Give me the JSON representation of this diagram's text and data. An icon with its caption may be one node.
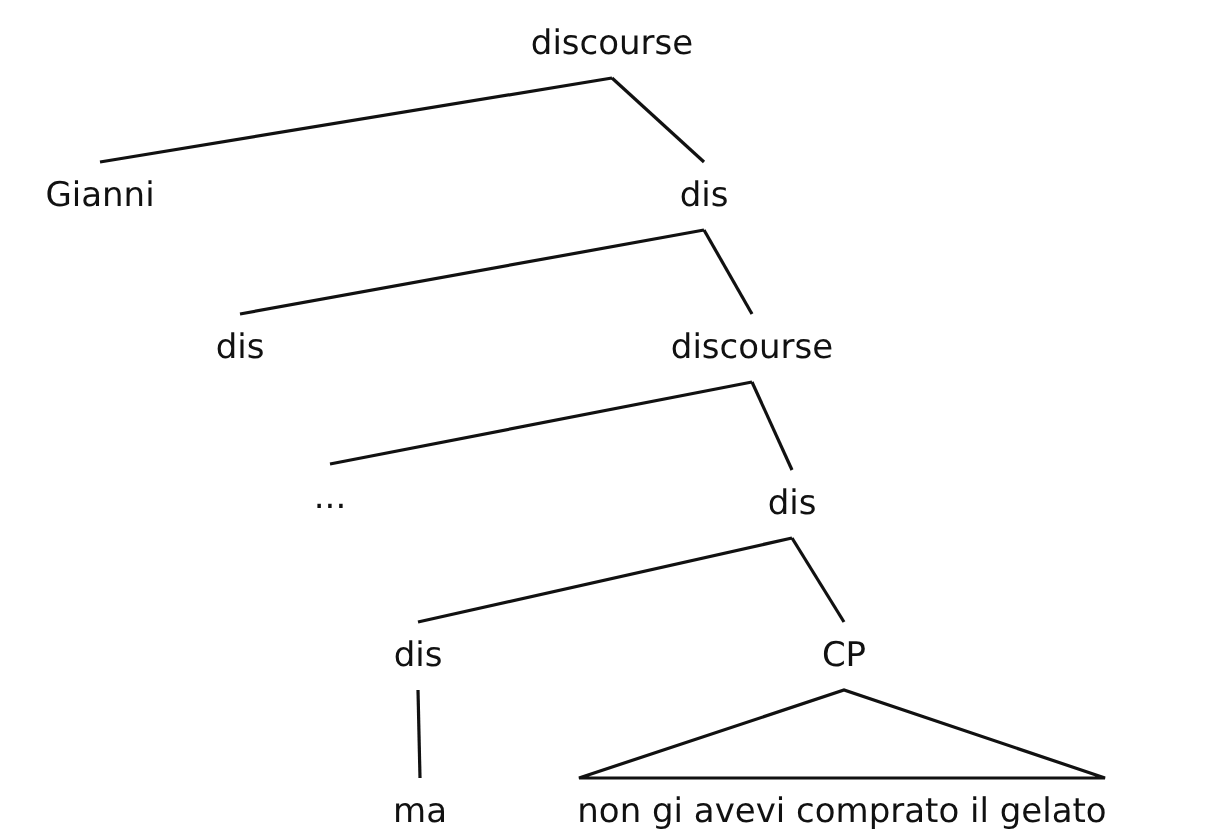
{
  "diagram": {
    "nodes": [
      {
        "text": [
          "discourse"
        ]
      },
      {
        "text": [
          "Gianni"
        ]
      },
      {
        "text": [
          "dis"
        ]
      },
      {
        "text": [
          "dis"
        ]
      },
      {
        "text": [
          "discourse"
        ]
      },
      {
        "text": [
          "..."
        ]
      },
      {
        "text": [
          "dis"
        ]
      },
      {
        "text": [
          "dis"
        ]
      },
      {
        "text": [
          "CP"
        ]
      },
      {
        "text": [
          "ma"
        ]
      },
      {
        "text": [
          "non gi avevi comprato il gelato"
        ]
      }
    ],
    "edges": [
      {
        "from": 0,
        "to": 1,
        "arrow": "none"
      },
      {
        "from": 0,
        "to": 2,
        "arrow": "none"
      },
      {
        "from": 2,
        "to": 3,
        "arrow": "none"
      },
      {
        "from": 2,
        "to": 4,
        "arrow": "none"
      },
      {
        "from": 4,
        "to": 5,
        "arrow": "none"
      },
      {
        "from": 4,
        "to": 6,
        "arrow": "none"
      },
      {
        "from": 6,
        "to": 7,
        "arrow": "none"
      },
      {
        "from": 6,
        "to": 8,
        "arrow": "none"
      },
      {
        "from": 7,
        "to": 9,
        "arrow": "none"
      },
      {
        "from": 8,
        "to": 10,
        "arrow": "none"
      }
    ]
  }
}
